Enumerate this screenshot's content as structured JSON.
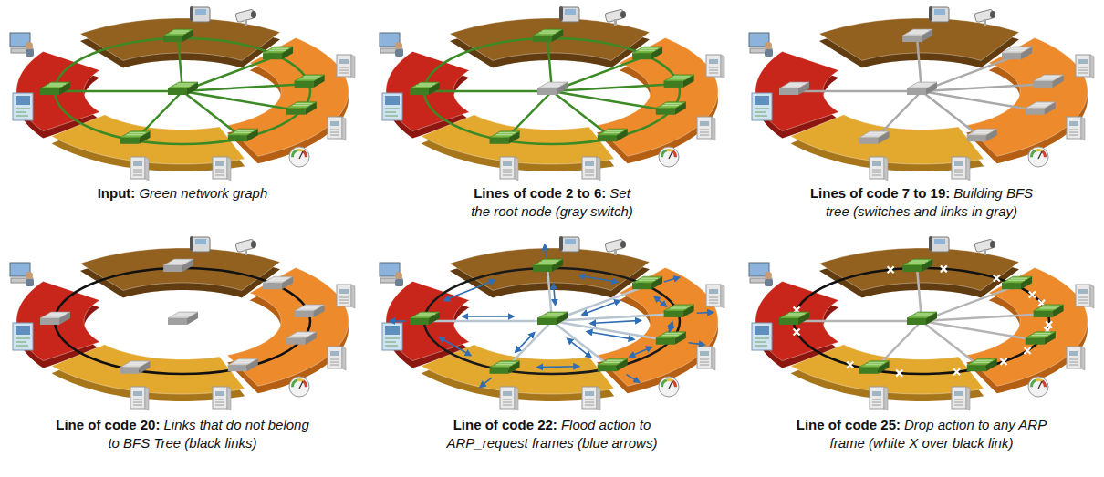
{
  "diagram": {
    "labels": [
      "Input:",
      "Green network graph",
      "Lines of code 2 to 6:",
      "Set the root node (gray switch)",
      "Lines of code 7 to 19:",
      "Building BFS tree (switches and links in gray)",
      "Line of code 20:",
      "Links that do not belong to BFS Tree (black links)",
      "Line of code 22:",
      "Flood action to ARP_request frames (blue arrows)",
      "Line of code 25:",
      "Drop action to any ARP frame (white X over black link)"
    ]
  }
}
